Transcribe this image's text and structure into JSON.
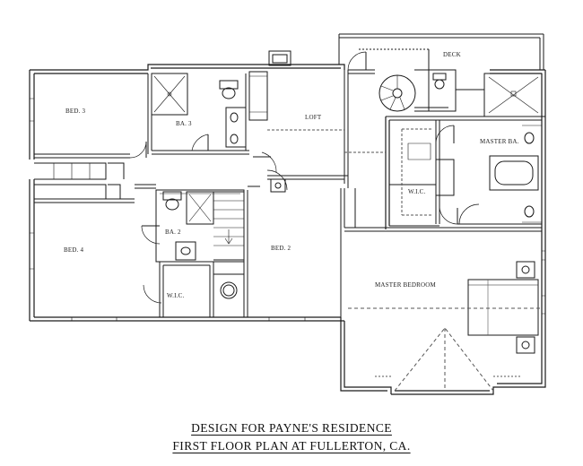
{
  "rooms": {
    "bed3": "BED. 3",
    "ba3": "BA. 3",
    "loft": "LOFT",
    "deck": "DECK",
    "master_ba": "MASTER BA.",
    "wic_master": "W.I.C.",
    "bed4": "BED. 4",
    "ba2": "BA. 2",
    "wic": "W.I.C.",
    "bed2": "BED. 2",
    "master_bedroom": "MASTER BEDROOM"
  },
  "title": {
    "line1": "DESIGN FOR PAYNE'S RESIDENCE",
    "line2": "FIRST FLOOR PLAN AT FULLERTON, CA."
  },
  "colors": {
    "line": "#1a1a1a",
    "dashed": "#555555"
  }
}
